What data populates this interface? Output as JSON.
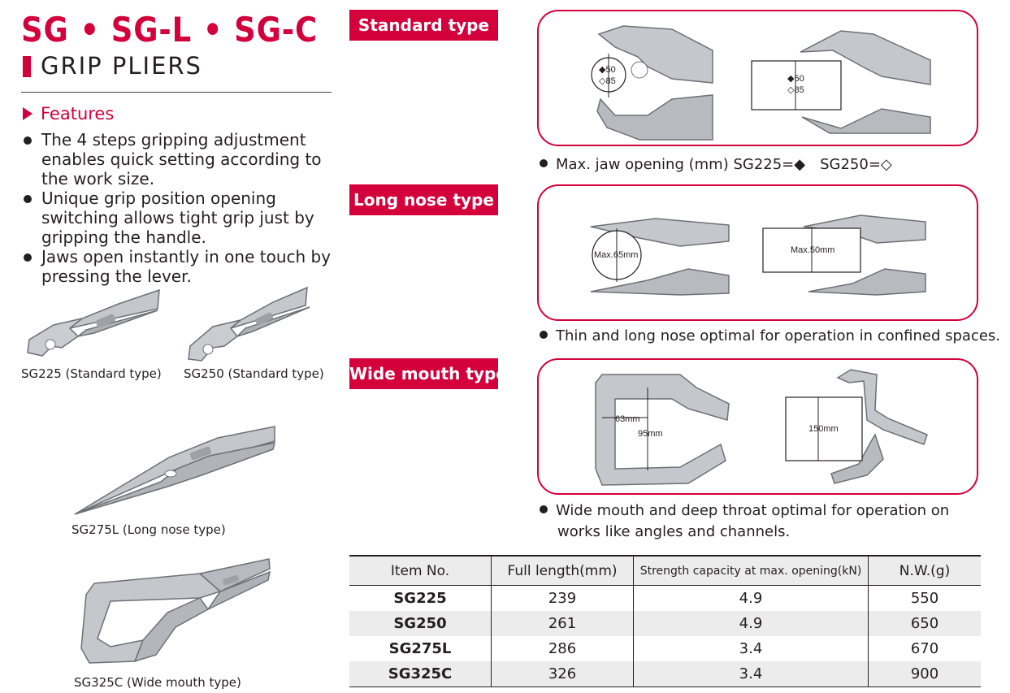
{
  "header": {
    "title": "SG • SG-L • SG-C",
    "subtitle": "GRIP PLIERS"
  },
  "features": {
    "heading": "Features",
    "items": [
      "The 4 steps gripping adjustment enables quick setting according to the work size.",
      "Unique grip position opening switching allows tight grip just by gripping the handle.",
      "Jaws open instantly in one touch by pressing the lever."
    ]
  },
  "products": [
    {
      "caption": "SG225 (Standard type)"
    },
    {
      "caption": "SG250 (Standard type)"
    },
    {
      "caption": "SG275L (Long nose type)"
    },
    {
      "caption": "SG325C (Wide mouth type)"
    }
  ],
  "sections": {
    "standard": {
      "label": "Standard type",
      "note": "Max. jaw opening (mm) SG225=◆　SG250=◇",
      "dim_a": "◆50",
      "dim_b": "◇85",
      "dim_c": "◆50",
      "dim_d": "◇85"
    },
    "long_nose": {
      "label": "Long nose type",
      "note": "Thin and long nose optimal for operation in confined spaces.",
      "dim_a": "Max.65mm",
      "dim_b": "Max.50mm"
    },
    "wide_mouth": {
      "label": "Wide mouth type",
      "note_line1": "Wide mouth and deep throat optimal for operation on",
      "note_line2": "works like angles and channels.",
      "dim_a": "63mm",
      "dim_b": "95mm",
      "dim_c": "150mm"
    }
  },
  "table": {
    "headers": [
      "Item No.",
      "Full length(mm)",
      "Strength capacity at max. opening(kN)",
      "N.W.(g)"
    ],
    "rows": [
      [
        "SG225",
        "239",
        "4.9",
        "550"
      ],
      [
        "SG250",
        "261",
        "4.9",
        "650"
      ],
      [
        "SG275L",
        "286",
        "3.4",
        "670"
      ],
      [
        "SG325C",
        "326",
        "3.4",
        "900"
      ]
    ]
  },
  "colors": {
    "accent": "#d3003c",
    "text": "#231f20",
    "table_stripe": "#ececec",
    "tool_metal": "#b9bcc0"
  }
}
